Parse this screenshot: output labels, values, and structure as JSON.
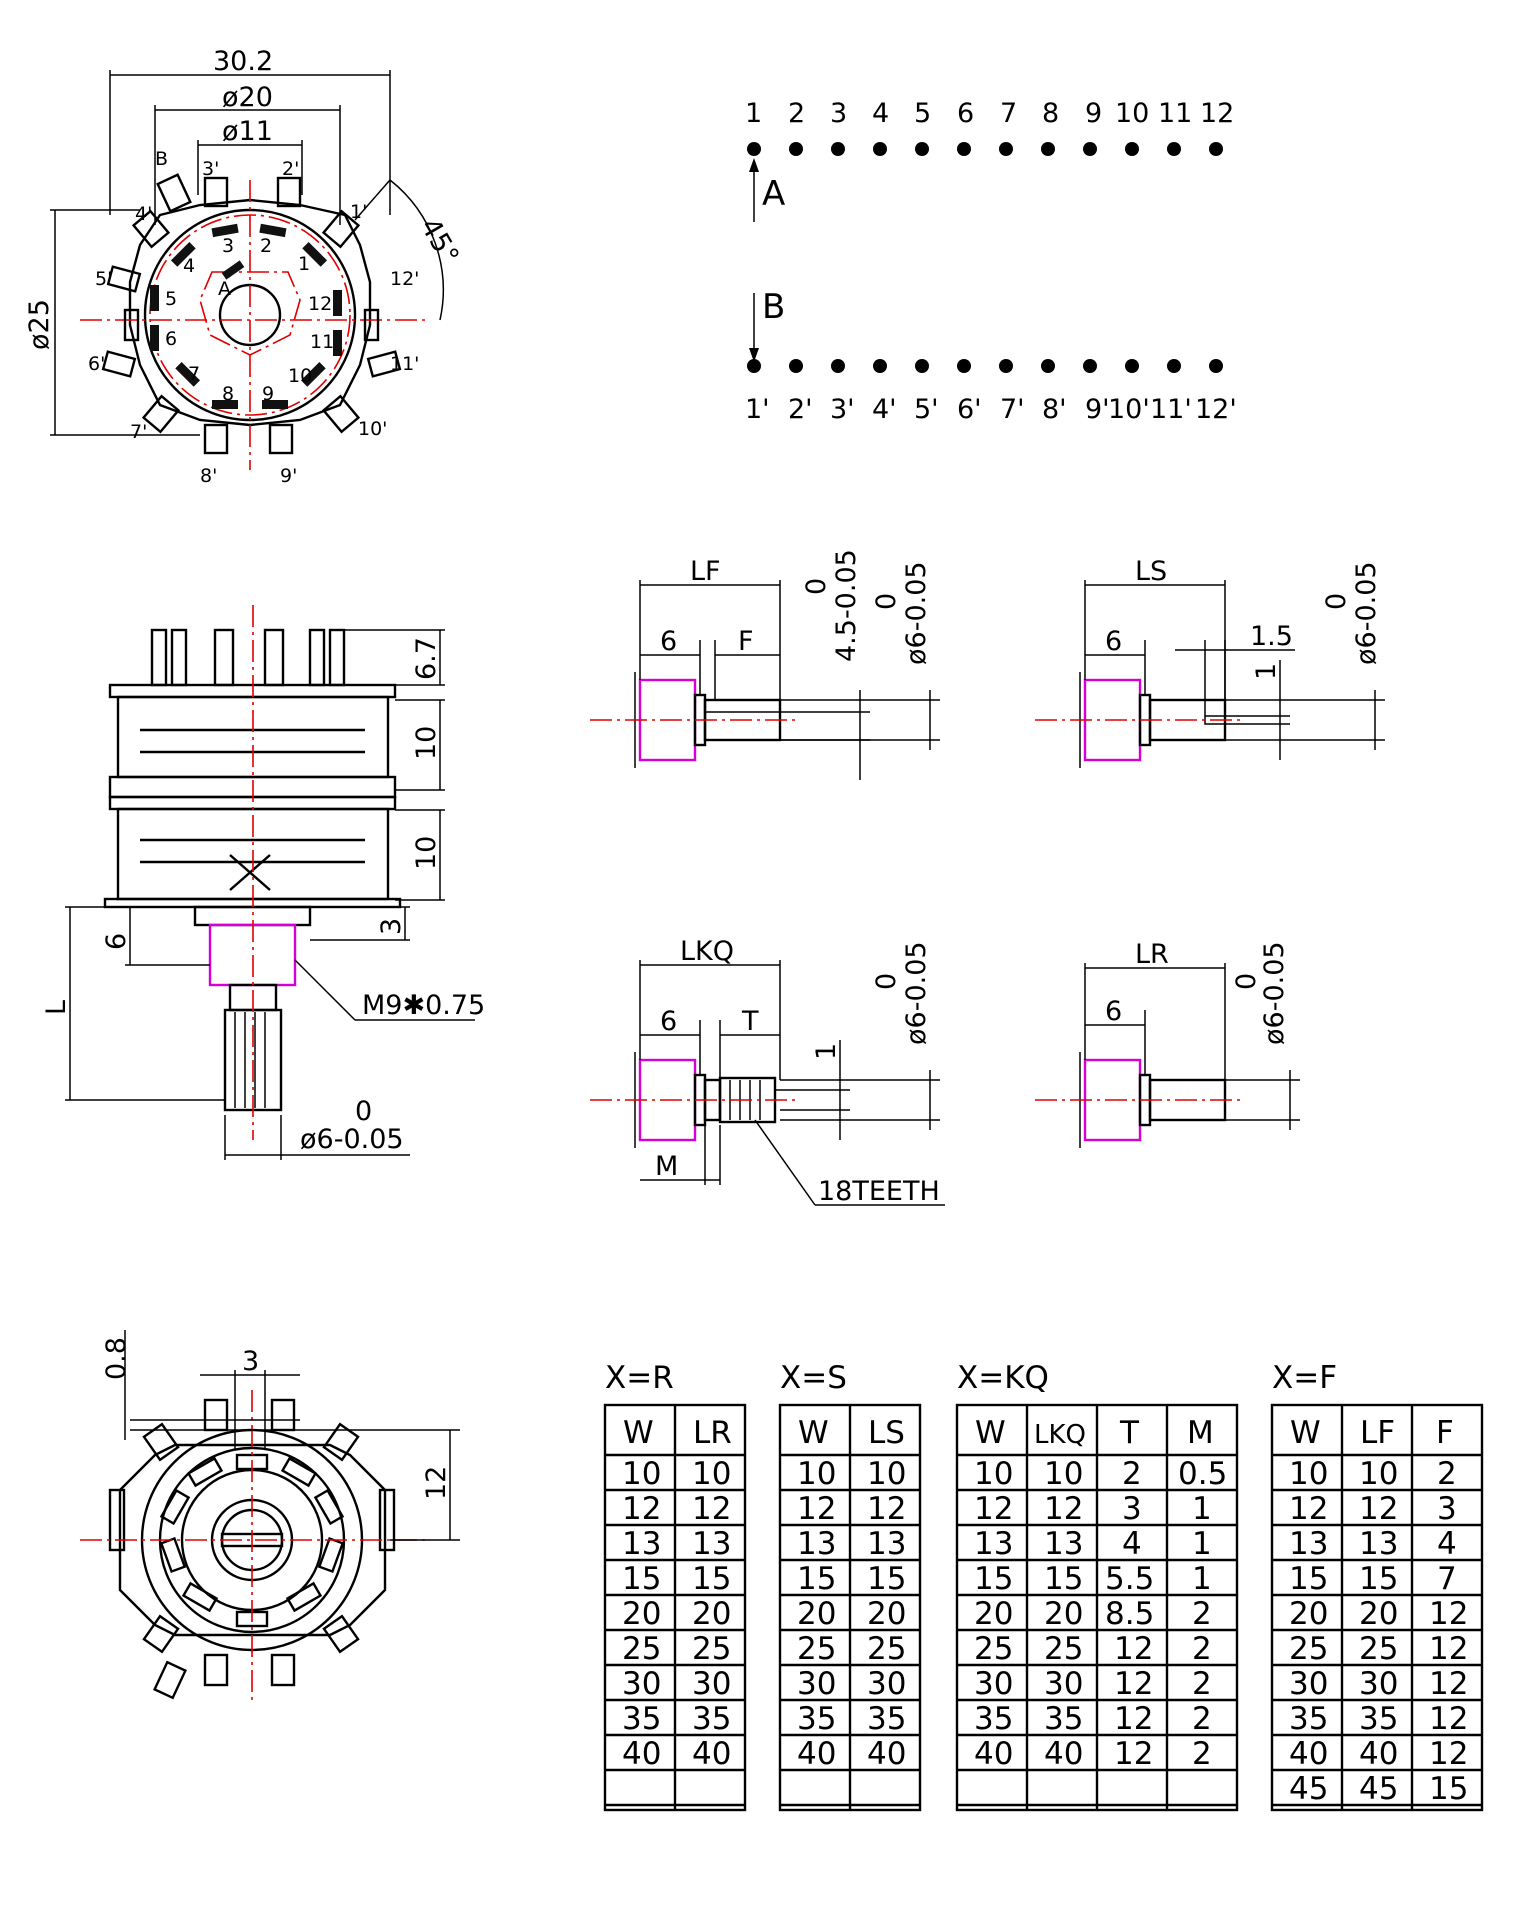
{
  "colors": {
    "line": "#000000",
    "center_line": "#e00000",
    "highlight": "#d400d4"
  },
  "top_view": {
    "dims": {
      "width": "30.2",
      "ring_dia": "ø20",
      "inner_dia": "ø11",
      "body_dia": "ø25",
      "angle": "45°"
    },
    "inner_pins": [
      "1",
      "2",
      "3",
      "4",
      "5",
      "6",
      "7",
      "8",
      "9",
      "10",
      "11",
      "12"
    ],
    "outer_pins": [
      "1'",
      "2'",
      "3'",
      "4'",
      "5'",
      "6'",
      "7'",
      "8'",
      "9'",
      "10'",
      "11'",
      "12'"
    ],
    "special": {
      "b": "B",
      "a": "A"
    }
  },
  "schematic": {
    "top_numbers": [
      "1",
      "2",
      "3",
      "4",
      "5",
      "6",
      "7",
      "8",
      "9",
      "10",
      "11",
      "12"
    ],
    "bottom_numbers": [
      "1'",
      "2'",
      "3'",
      "4'",
      "5'",
      "6'",
      "7'",
      "8'",
      "9'",
      "10'",
      "11'",
      "12'"
    ],
    "label_a": "A",
    "label_b": "B"
  },
  "side_view": {
    "dims": {
      "top": "6.7",
      "deck1": "10",
      "deck2": "10",
      "bush": "3",
      "bush_len": "6",
      "length": "L",
      "thread": "M9✱0.75",
      "tol": "0",
      "shaft": "ø6-0.05"
    }
  },
  "shaft_f": {
    "lf": "LF",
    "six": "6",
    "f": "F",
    "tol_a": "0",
    "flat": "4.5-0.05",
    "tol_b": "0",
    "dia": "ø6-0.05"
  },
  "shaft_s": {
    "ls": "LS",
    "six": "6",
    "slot": "1.5",
    "one": "1",
    "tol": "0",
    "dia": "ø6-0.05"
  },
  "shaft_kq": {
    "lkq": "LKQ",
    "six": "6",
    "t": "T",
    "one": "1",
    "m": "M",
    "teeth": "18TEETH",
    "tol": "0",
    "dia": "ø6-0.05"
  },
  "shaft_r": {
    "lr": "LR",
    "six": "6",
    "tol": "0",
    "dia": "ø6-0.05"
  },
  "bottom_view": {
    "dims": {
      "gap": "0.8",
      "width": "3",
      "height": "12"
    }
  },
  "tables": [
    {
      "title": "X=R",
      "headers": [
        "W",
        "LR"
      ],
      "rows": [
        [
          "10",
          "10"
        ],
        [
          "12",
          "12"
        ],
        [
          "13",
          "13"
        ],
        [
          "15",
          "15"
        ],
        [
          "20",
          "20"
        ],
        [
          "25",
          "25"
        ],
        [
          "30",
          "30"
        ],
        [
          "35",
          "35"
        ],
        [
          "40",
          "40"
        ],
        [
          "",
          ""
        ],
        [
          "",
          ""
        ],
        [
          "",
          ""
        ]
      ]
    },
    {
      "title": "X=S",
      "headers": [
        "W",
        "LS"
      ],
      "rows": [
        [
          "10",
          "10"
        ],
        [
          "12",
          "12"
        ],
        [
          "13",
          "13"
        ],
        [
          "15",
          "15"
        ],
        [
          "20",
          "20"
        ],
        [
          "25",
          "25"
        ],
        [
          "30",
          "30"
        ],
        [
          "35",
          "35"
        ],
        [
          "40",
          "40"
        ],
        [
          "",
          ""
        ],
        [
          "",
          ""
        ],
        [
          "",
          ""
        ]
      ]
    },
    {
      "title": "X=KQ",
      "headers": [
        "W",
        "LKQ",
        "T",
        "M"
      ],
      "rows": [
        [
          "10",
          "10",
          "2",
          "0.5"
        ],
        [
          "12",
          "12",
          "3",
          "1"
        ],
        [
          "13",
          "13",
          "4",
          "1"
        ],
        [
          "15",
          "15",
          "5.5",
          "1"
        ],
        [
          "20",
          "20",
          "8.5",
          "2"
        ],
        [
          "25",
          "25",
          "12",
          "2"
        ],
        [
          "30",
          "30",
          "12",
          "2"
        ],
        [
          "35",
          "35",
          "12",
          "2"
        ],
        [
          "40",
          "40",
          "12",
          "2"
        ],
        [
          "",
          "",
          "",
          ""
        ],
        [
          "",
          "",
          "",
          ""
        ],
        [
          "",
          "",
          "",
          ""
        ]
      ]
    },
    {
      "title": "X=F",
      "headers": [
        "W",
        "LF",
        "F"
      ],
      "rows": [
        [
          "10",
          "10",
          "2"
        ],
        [
          "12",
          "12",
          "3"
        ],
        [
          "13",
          "13",
          "4"
        ],
        [
          "15",
          "15",
          "7"
        ],
        [
          "20",
          "20",
          "12"
        ],
        [
          "25",
          "25",
          "12"
        ],
        [
          "30",
          "30",
          "12"
        ],
        [
          "35",
          "35",
          "12"
        ],
        [
          "40",
          "40",
          "12"
        ],
        [
          "45",
          "45",
          "15"
        ],
        [
          "",
          "",
          ""
        ],
        [
          "",
          "",
          ""
        ]
      ]
    }
  ]
}
